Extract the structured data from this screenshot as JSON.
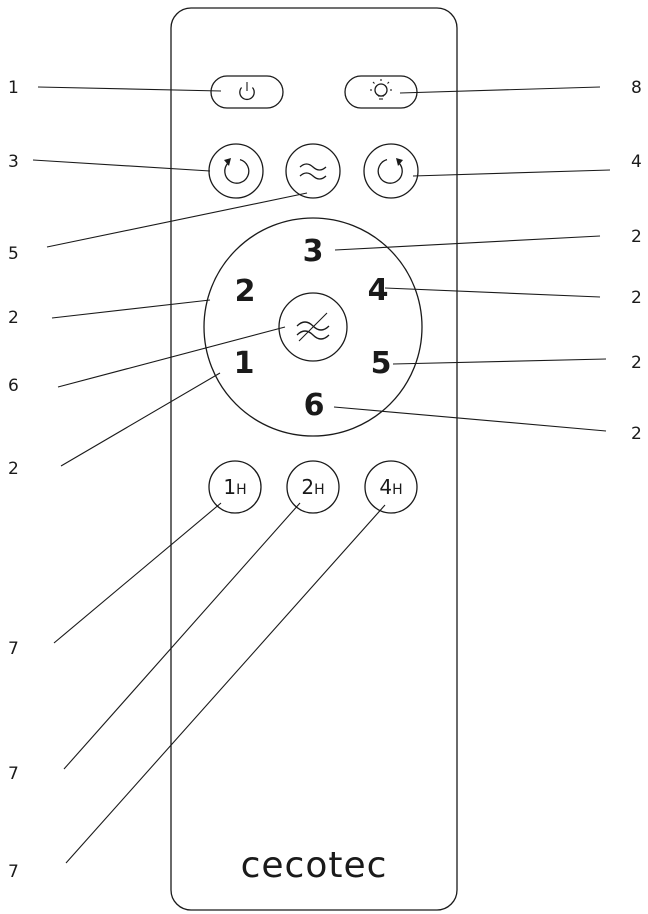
{
  "brand": "cecotec",
  "speed_buttons": [
    "1",
    "2",
    "3",
    "4",
    "5",
    "6"
  ],
  "timer_buttons": [
    {
      "value": "1",
      "unit": "H"
    },
    {
      "value": "2",
      "unit": "H"
    },
    {
      "value": "4",
      "unit": "H"
    }
  ],
  "callouts": {
    "power": "1",
    "light": "8",
    "rotate_left": "3",
    "rotate_right": "4",
    "wind_mode": "5",
    "speed_3": "2",
    "speed_2": "2",
    "speed_4": "2",
    "speed_5": "2",
    "fan_off": "6",
    "speed_6": "2",
    "speed_1": "2",
    "timer_1h": "7",
    "timer_2h": "7",
    "timer_4h": "7"
  }
}
